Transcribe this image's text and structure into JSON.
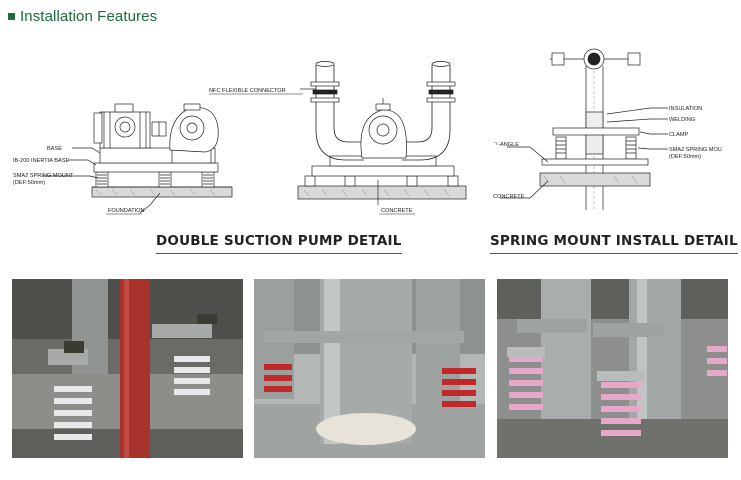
{
  "section_title": "Installation Features",
  "pump_detail": {
    "caption": "DOUBLE SUCTION PUMP DETAIL",
    "labels": {
      "base": "BASE",
      "inertia_base": "IB-200 INERTIA BASE",
      "spring_mount": "SMA2 SPRING MOUNT",
      "spring_mount_def": "(DEF:50mm)",
      "foundation": "FOUNDATION",
      "flexible_connector": "NFC FLEXIBLE CONNECTOR",
      "concrete": "CONCRETE"
    }
  },
  "spring_detail": {
    "caption": "SPRING MOUNT INSTALL DETAIL",
    "labels": {
      "insulation": "INSULATION",
      "welding": "WELDING",
      "clamp": "CLAMP",
      "spring_mount": "SMA2 SPRING MOU",
      "spring_mount_def": "(DEF:50mm)",
      "angle": "ㄱ-ANGLE",
      "concrete": "CONCRETE"
    }
  },
  "colors": {
    "title_green": "#1d6b3a",
    "spring_white": "#e8e8e8",
    "spring_red": "#c0282a",
    "spring_pink": "#e7a7c8",
    "pipe_red": "#a8322c",
    "pipe_gray": "#a9adad"
  }
}
